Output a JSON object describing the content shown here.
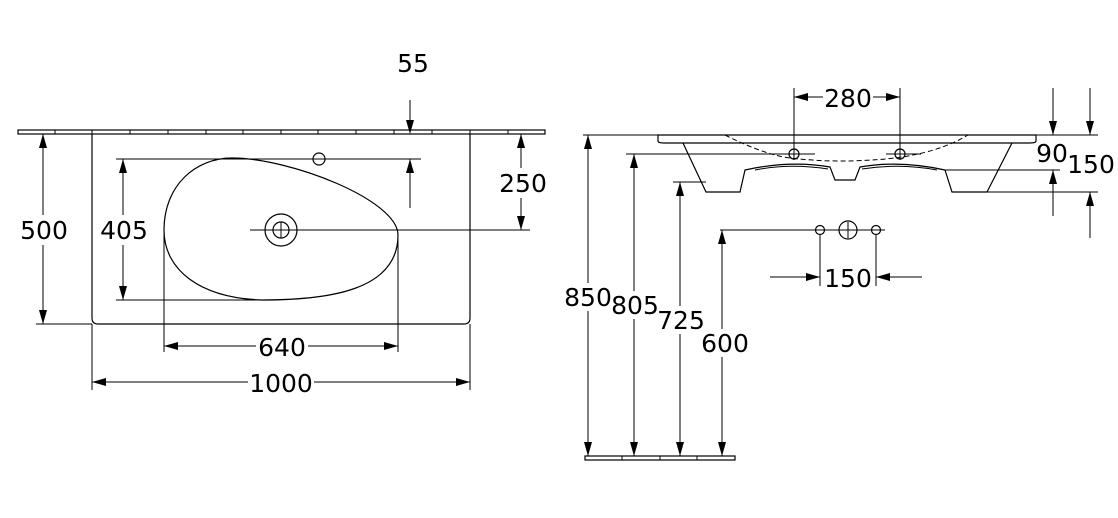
{
  "top_view": {
    "tap_hole_offset": "55",
    "tap_hole_distance": "250",
    "overall_depth": "500",
    "bowl_depth": "405",
    "bowl_width": "640",
    "overall_width": "1000"
  },
  "side_view": {
    "tap_hole_spacing": "280",
    "rim_thickness": "90",
    "fixing_height": "150",
    "fixing_hole_spacing": "150",
    "rim_height": "850",
    "fixing_level_height": "805",
    "underside_height": "725",
    "waste_height": "600"
  }
}
